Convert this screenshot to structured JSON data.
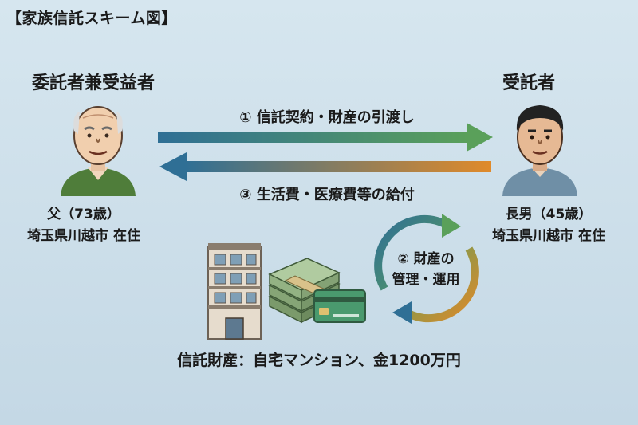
{
  "title": "【家族信託スキーム図】",
  "settlor": {
    "role": "委託者兼受益者",
    "name_age": "父（73歳）",
    "residence": "埼玉県川越市 在住"
  },
  "trustee": {
    "role": "受託者",
    "name_age": "長男（45歳）",
    "residence": "埼玉県川越市 在住"
  },
  "arrows": {
    "transfer": "① 信託契約・財産の引渡し",
    "benefit": "③ 生活費・医療費等の給付"
  },
  "cycle": {
    "line1": "② 財産の",
    "line2": "管理・運用"
  },
  "trust_assets": "信託財産：自宅マンション、金1200万円",
  "icons": [
    "elderly-man-icon",
    "young-man-icon",
    "apartment-building-icon",
    "cash-stack-icon",
    "bank-card-icon",
    "cycle-arrows-icon"
  ],
  "colors": {
    "arrow_blue": "#2f6f95",
    "arrow_green": "#5aa05a",
    "arrow_orange": "#e08a2a"
  }
}
